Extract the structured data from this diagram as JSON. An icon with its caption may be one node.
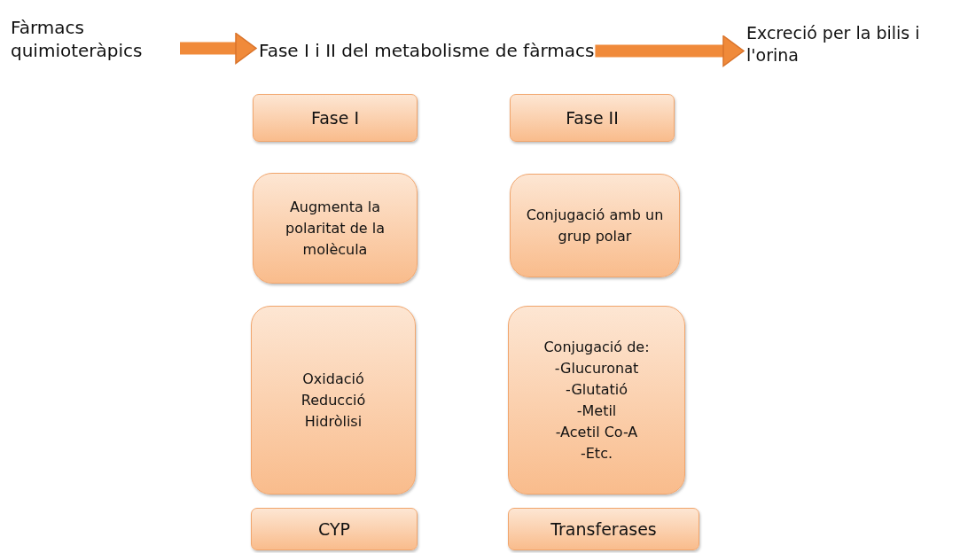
{
  "diagram": {
    "nodes": [
      {
        "text": [
          "Fàrmacs quimioteràpics"
        ]
      },
      {
        "text": [
          "Fase I i II del metabolisme de fàrmacs"
        ]
      },
      {
        "text": [
          "Excreció per la bilis i l'orina"
        ]
      },
      {
        "text": [
          "Fase I"
        ]
      },
      {
        "text": [
          "Fase II"
        ]
      },
      {
        "text": [
          "Augmenta la polaritat de la molècula"
        ]
      },
      {
        "text": [
          "Conjugació amb un grup polar"
        ]
      },
      {
        "text": [
          "Oxidació",
          "Reducció",
          "Hidròlisi"
        ]
      },
      {
        "text": [
          "Conjugació de:",
          "-Glucuronat",
          "-Glutatió",
          "-Metil",
          "-Acetil Co-A",
          "-Etc."
        ]
      },
      {
        "text": [
          "CYP"
        ]
      },
      {
        "text": [
          "Transferases"
        ]
      }
    ],
    "edges": [
      {
        "from": 0,
        "to": 1,
        "arrow": "to"
      },
      {
        "from": 1,
        "to": 2,
        "arrow": "to"
      }
    ]
  }
}
